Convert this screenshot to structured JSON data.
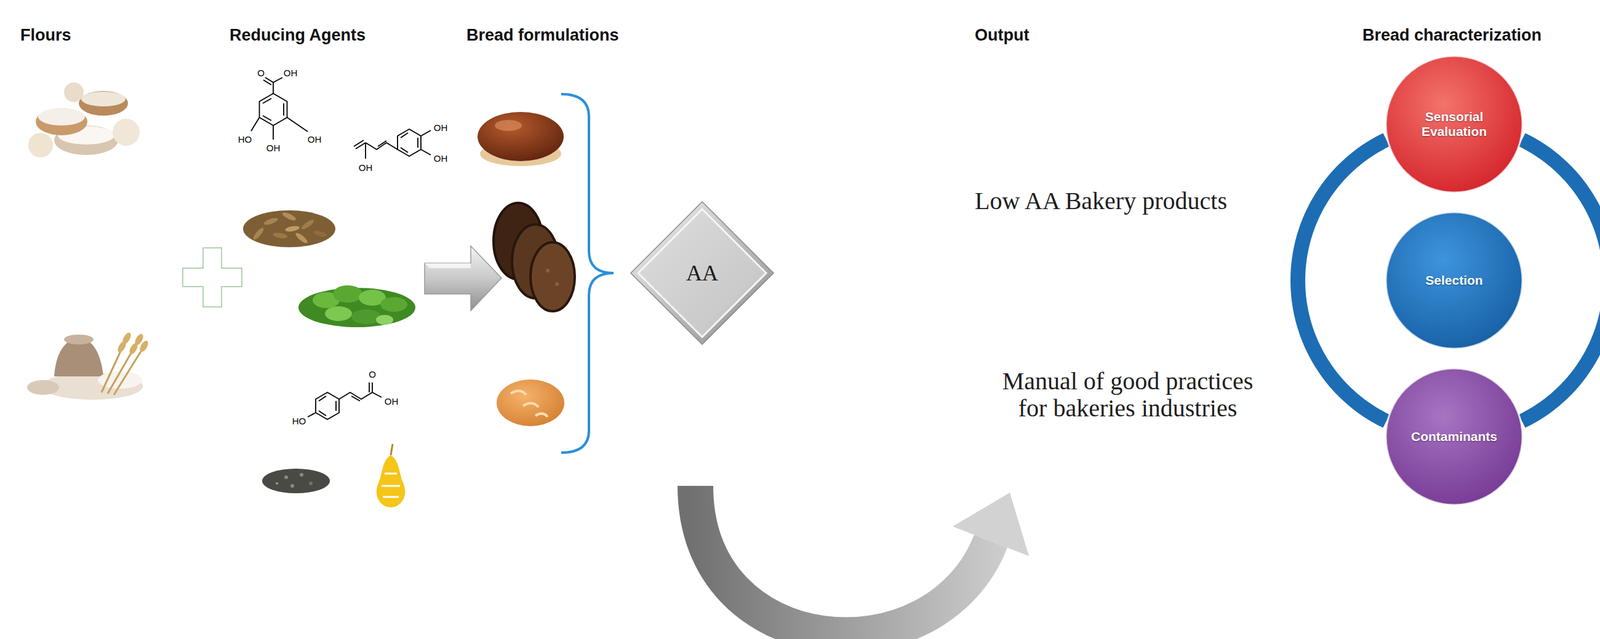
{
  "diagram": {
    "nodes": [
      {
        "text": [
          "AA"
        ]
      },
      {
        "text": [
          "Sensorial Evaluation"
        ]
      },
      {
        "text": [
          "Selection"
        ]
      },
      {
        "text": [
          "Contaminants"
        ]
      }
    ],
    "edges": [
      {
        "from": 1,
        "to": 3,
        "arrow": "none"
      },
      {
        "from": 1,
        "to": 3,
        "arrow": "none"
      }
    ],
    "labels": [
      "Flours",
      "Reducing Agents",
      "Bread formulations",
      "Output",
      "Bread characterization",
      "O",
      "OH",
      "HO",
      "OH",
      "OH",
      "OH",
      "OH",
      "OH",
      "O",
      "OH",
      "HO",
      "Low AA Bakery products",
      "Manual of good practices for bakeries industries"
    ]
  }
}
